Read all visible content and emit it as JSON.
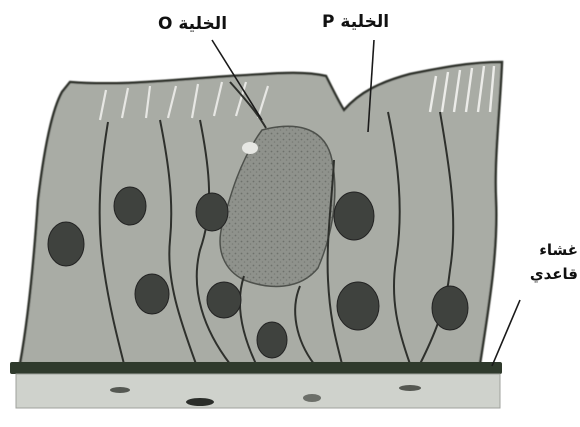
{
  "labels": {
    "cell_o": "الخلية O",
    "cell_p": "الخلية P",
    "membrane_line1": "غشاء",
    "membrane_line2": "قاعدي"
  },
  "colors": {
    "cell_fill": "#a9aca5",
    "goblet_fill": "#8f928c",
    "nucleus": "#3f423e",
    "outline": "#2e302c",
    "basal_membrane": "#2f3a2c",
    "connective": "#cfd2cc"
  }
}
